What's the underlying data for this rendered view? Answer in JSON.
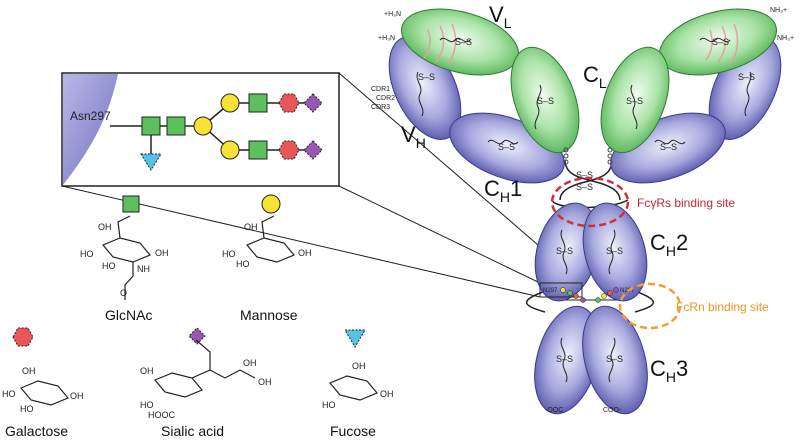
{
  "domain_labels": {
    "vl": "V",
    "vl_sub": "L",
    "cl": "C",
    "cl_sub": "L",
    "vh": "V",
    "vh_sub": "H",
    "ch1": "C",
    "ch1_sub": "H",
    "ch1_num": "1",
    "ch2": "C",
    "ch2_sub": "H",
    "ch2_num": "2",
    "ch3": "C",
    "ch3_sub": "H",
    "ch3_num": "3"
  },
  "binding_sites": {
    "fcgr": "FcγRs binding site",
    "fcrn": "FcRn binding site"
  },
  "termini": {
    "nh3_left_top": "+H₃N",
    "nh3_left_mid": "+H₃N",
    "nh3_right_top": "NH₃+",
    "nh3_right_mid": "NH₃+",
    "coo_left": "-OOC",
    "coo_right": "COO-"
  },
  "cdr": [
    "CDR1",
    "CDR2",
    "CDR3"
  ],
  "disulfide": "S–S",
  "asn_label": "Asn297",
  "n297_left": "N297",
  "n297_right": "N297",
  "legend": {
    "glcnac": "GlcNAc",
    "mannose": "Mannose",
    "galactose": "Galactose",
    "sialic_acid": "Sialic acid",
    "fucose": "Fucose"
  },
  "colors": {
    "heavy_chain": "#7f7fc8",
    "light_chain": "#8fd48f",
    "glcnac": "#5cc05c",
    "mannose": "#f5e235",
    "galactose": "#e8565a",
    "sialic_acid": "#9b55b4",
    "fucose": "#55c3e6",
    "fcgr_circle": "#d0303a",
    "fcrn_circle": "#f0a030"
  }
}
